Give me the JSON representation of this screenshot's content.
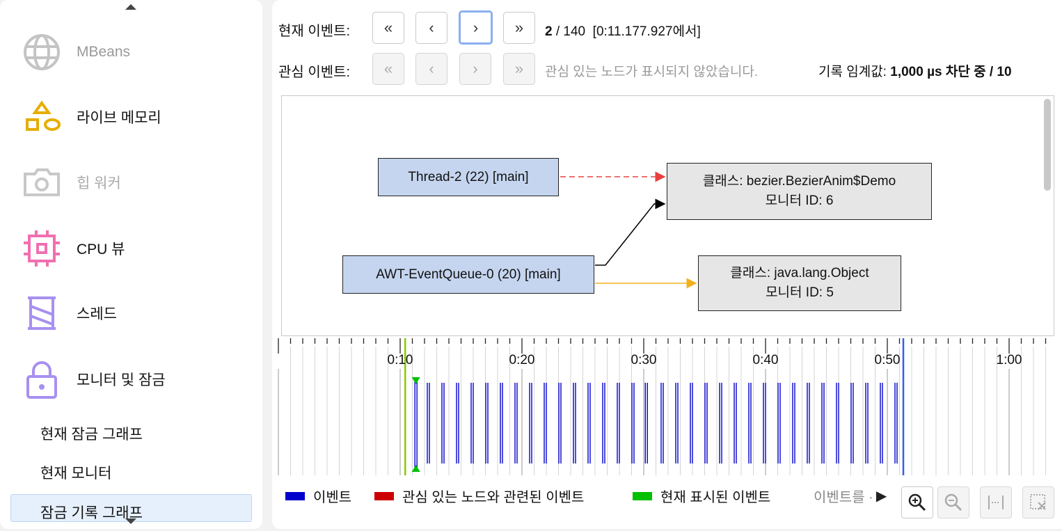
{
  "sidebar": {
    "items": [
      {
        "label": "MBeans",
        "icon": "globe-icon",
        "disabled": true
      },
      {
        "label": "라이브 메모리",
        "icon": "shapes-icon"
      },
      {
        "label": "힙 워커",
        "icon": "camera-icon",
        "disabled": true
      },
      {
        "label": "CPU 뷰",
        "icon": "cpu-icon"
      },
      {
        "label": "스레드",
        "icon": "spool-icon"
      },
      {
        "label": "모니터 및 잠금",
        "icon": "lock-icon"
      }
    ],
    "subitems": [
      "현재 잠금 그래프",
      "현재 모니터",
      "잠금 기록 그래프"
    ]
  },
  "nav": {
    "current_label": "현재 이벤트:",
    "current_index": "2",
    "current_total": " / 140  [0:11.177.927에서]",
    "interest_label": "관심 이벤트:",
    "interest_status": "관심 있는 노드가 표시되지 않았습니다.",
    "threshold_label": "기록 임계값:",
    "threshold_value": "1,000 µs",
    "threshold_rest": " 차단 중 / 10",
    "first": "«",
    "prev": "‹",
    "next": "›",
    "last": "»"
  },
  "graph": {
    "thread2": "Thread-2 (22) [main]",
    "awt": "AWT-EventQueue-0 (20) [main]",
    "demo_class": "클래스: bezier.BezierAnim$Demo",
    "demo_monitor": "모니터 ID: 6",
    "obj_class": "클래스: java.lang.Object",
    "obj_monitor": "모니터 ID: 5"
  },
  "chart_data": {
    "type": "timeline",
    "x_range_seconds": [
      0,
      63
    ],
    "tick_labels": [
      "0:10",
      "0:20",
      "0:30",
      "0:40",
      "0:50",
      "1:00"
    ],
    "current_event_time": 11.18,
    "start_marker_time": 10.3,
    "end_marker_time": 51.2,
    "event_times": [
      12.2,
      13.4,
      14.6,
      15.8,
      17.0,
      18.2,
      19.4,
      20.6,
      21.8,
      23.0,
      24.2,
      25.4,
      26.6,
      27.8,
      29.0,
      30.1,
      31.4,
      32.6,
      33.8,
      35.0,
      36.2,
      37.4,
      38.6,
      39.8,
      41.0,
      42.2,
      43.4,
      44.6,
      45.8,
      47.0,
      48.2,
      49.4,
      50.6
    ]
  },
  "legend": {
    "events": "이벤트",
    "related": "관심 있는 노드와 관련된 이벤트",
    "current": "현재 표시된 이벤트",
    "more": "이벤트를 ·"
  },
  "colors": {
    "event": "#0000cc",
    "related": "#cc0000",
    "current": "#00c000",
    "node": "#c5d5ef"
  }
}
